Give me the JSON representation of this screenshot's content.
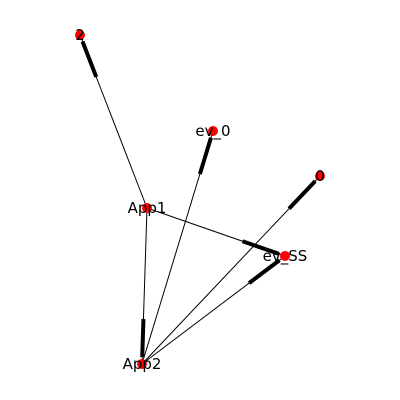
{
  "nodes": [
    {
      "id": "2",
      "label": "2"
    },
    {
      "id": "ev_0",
      "label": "ev_0"
    },
    {
      "id": "App1",
      "label": "App1"
    },
    {
      "id": "0",
      "label": "0"
    },
    {
      "id": "ev_SS",
      "label": "ev_SS"
    },
    {
      "id": "App2",
      "label": "App2"
    }
  ],
  "edges": [
    {
      "source": "App1",
      "target": "2"
    },
    {
      "source": "App1",
      "target": "ev_SS"
    },
    {
      "source": "App1",
      "target": "App2"
    },
    {
      "source": "App2",
      "target": "ev_0"
    },
    {
      "source": "App2",
      "target": "0"
    },
    {
      "source": "App2",
      "target": "ev_SS"
    }
  ],
  "colors": {
    "node": "#ff0000",
    "edge": "#000000",
    "label": "#000000",
    "background": "#ffffff"
  }
}
